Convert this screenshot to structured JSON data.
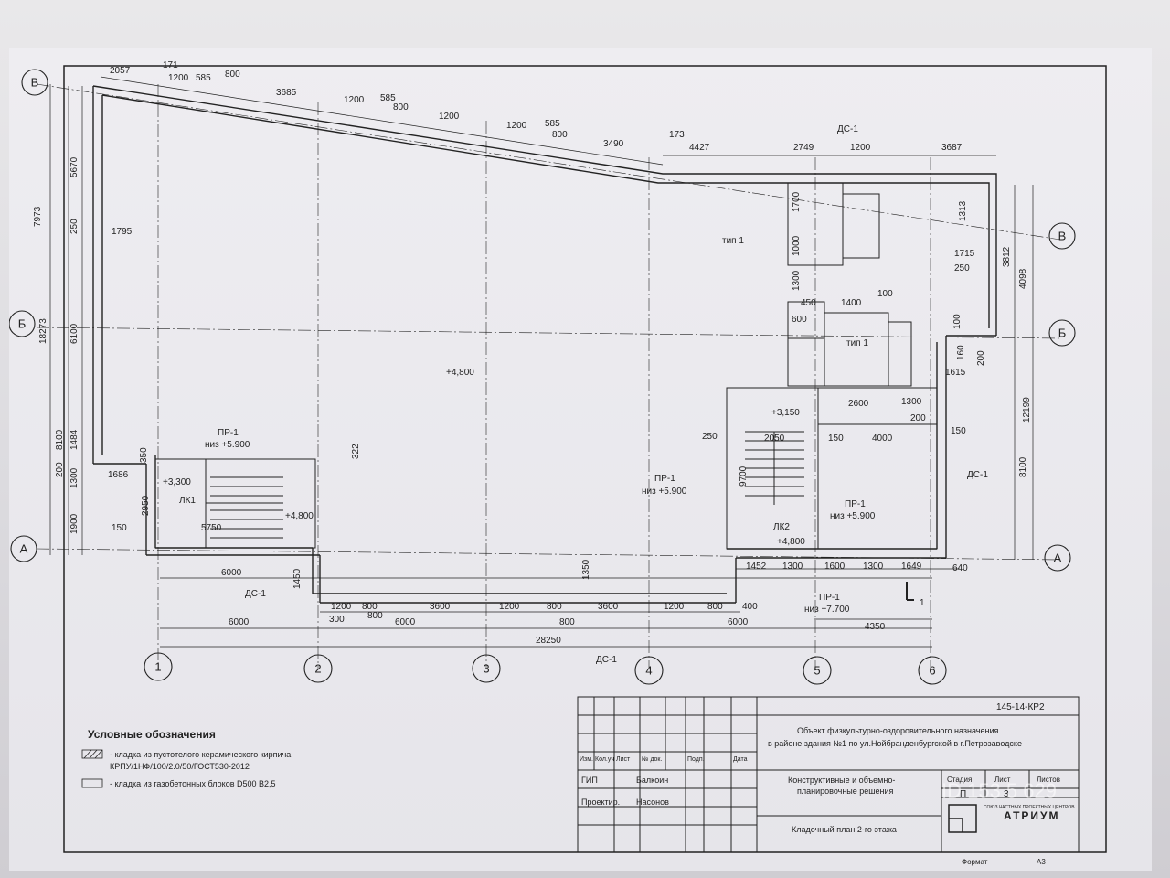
{
  "axes_letters": {
    "v": "В",
    "b": "Б",
    "a": "А"
  },
  "axes_numbers": [
    "1",
    "2",
    "3",
    "4",
    "5",
    "6"
  ],
  "elevations": {
    "main": "+4,800",
    "stair1": "+3,300",
    "stair2": "+3,150",
    "landing": "+4,800",
    "landing2": "+4,800"
  },
  "tags": {
    "lk1": "ЛК1",
    "lk2": "ЛК2",
    "ds1": "ДС-1",
    "type1": "тип 1",
    "section": "1"
  },
  "lintels": [
    {
      "id": "ПР-1",
      "note": "низ +5.900"
    },
    {
      "id": "ПР-1",
      "note": "низ +5.900"
    },
    {
      "id": "ПР-1",
      "note": "низ +5.900"
    },
    {
      "id": "ПР-1",
      "note": "низ +7.700"
    }
  ],
  "dims": {
    "top": [
      "2057",
      "171",
      "1200",
      "585",
      "800",
      "3685",
      "1200",
      "585",
      "800",
      "1200",
      "1200",
      "585",
      "800",
      "3490",
      "173",
      "4427",
      "2749",
      "1200",
      "3687"
    ],
    "left": [
      "7973",
      "5670",
      "250",
      "1795",
      "18273",
      "6100",
      "8100",
      "1484",
      "200",
      "1300",
      "1686",
      "1900",
      "150"
    ],
    "bottom": [
      "6000",
      "1200",
      "800",
      "3600",
      "1200",
      "800",
      "3600",
      "1200",
      "800",
      "300",
      "800",
      "6000",
      "6000",
      "800",
      "6000",
      "28250",
      "4350",
      "1452",
      "1300",
      "1600",
      "1300",
      "1649",
      "640",
      "1450",
      "1350",
      "400"
    ],
    "right": [
      "1313",
      "1715",
      "250",
      "3812",
      "4098",
      "12199",
      "8100",
      "100",
      "200",
      "1615",
      "160",
      "150"
    ],
    "inner": [
      "5750",
      "2050",
      "2600",
      "4000",
      "1400",
      "100",
      "450",
      "600",
      "250",
      "1300",
      "150",
      "200",
      "1000",
      "1700",
      "1300",
      "2950",
      "322",
      "350",
      "9700"
    ]
  },
  "legend": {
    "title": "Условные обозначения",
    "item1_line1": "- кладка из пустотелого керамического кирпича",
    "item1_line2": "КРПУ/1НФ/100/2.0/50/ГОСТ530-2012",
    "item2": "- кладка из газобетонных блоков D500 B2,5"
  },
  "title_block": {
    "code": "145-14-КР2",
    "object_line1": "Объект физкультурно-оздоровительного назначения",
    "object_line2": "в районе здания №1 по ул.Нойбранденбургской в г.Петрозаводске",
    "headers": [
      "Изм.",
      "Кол.уч",
      "Лист",
      "№ док.",
      "Подп.",
      "Дата"
    ],
    "roles": [
      {
        "role": "ГИП",
        "name": "Балкоин"
      },
      {
        "role": "Проектир.",
        "name": "Насонов"
      }
    ],
    "sheet_title_line1": "Конструктивные и объемно-",
    "sheet_title_line2": "планировочные решения",
    "sheet_header": [
      "Стадия",
      "Лист",
      "Листов"
    ],
    "sheet_values": [
      "П",
      "3",
      ""
    ],
    "drawing_name": "Кладочный план 2-го этажа",
    "company": "АТРИУМ",
    "company_sub": "СОЮЗ ЧАСТНЫХ ПРОЕКТНЫХ ЦЕНТРОВ",
    "format_label": "Формат",
    "format_value": "А3"
  },
  "watermark": "ID 153 5 629",
  "colors": {
    "line": "#222222",
    "paper": "#ebeaee",
    "screen": "#2a2a2c"
  }
}
